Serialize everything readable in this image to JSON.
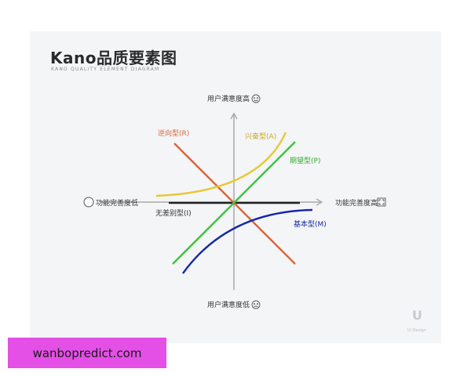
{
  "header": {
    "title": "Kano品质要素图",
    "subtitle": "KANO QUALITY ELEMENT DIAGRAM"
  },
  "axes": {
    "y_top": "用户满意度高",
    "y_bottom": "用户满意度低",
    "x_left": "功能完善度低",
    "x_right": "功能完善度高"
  },
  "curves": {
    "attractive": {
      "label": "兴奋型(A)",
      "color": "#e8c832"
    },
    "one_dimensional": {
      "label": "期望型(P)",
      "color": "#3dc43a"
    },
    "reverse": {
      "label": "逆向型(R)",
      "color": "#d9663a"
    },
    "must_be": {
      "label": "基本型(M)",
      "color": "#1728a8"
    },
    "indifferent": {
      "label": "无差别型(I)",
      "color": "#222222"
    }
  },
  "colors": {
    "axis": "#aaaaaa",
    "card": "#f4f5f7",
    "banner": "#e44fe6"
  },
  "brand": {
    "logo_letter": "U",
    "name": "Ui Design"
  },
  "banner": {
    "text": "wanbopredict.com"
  }
}
